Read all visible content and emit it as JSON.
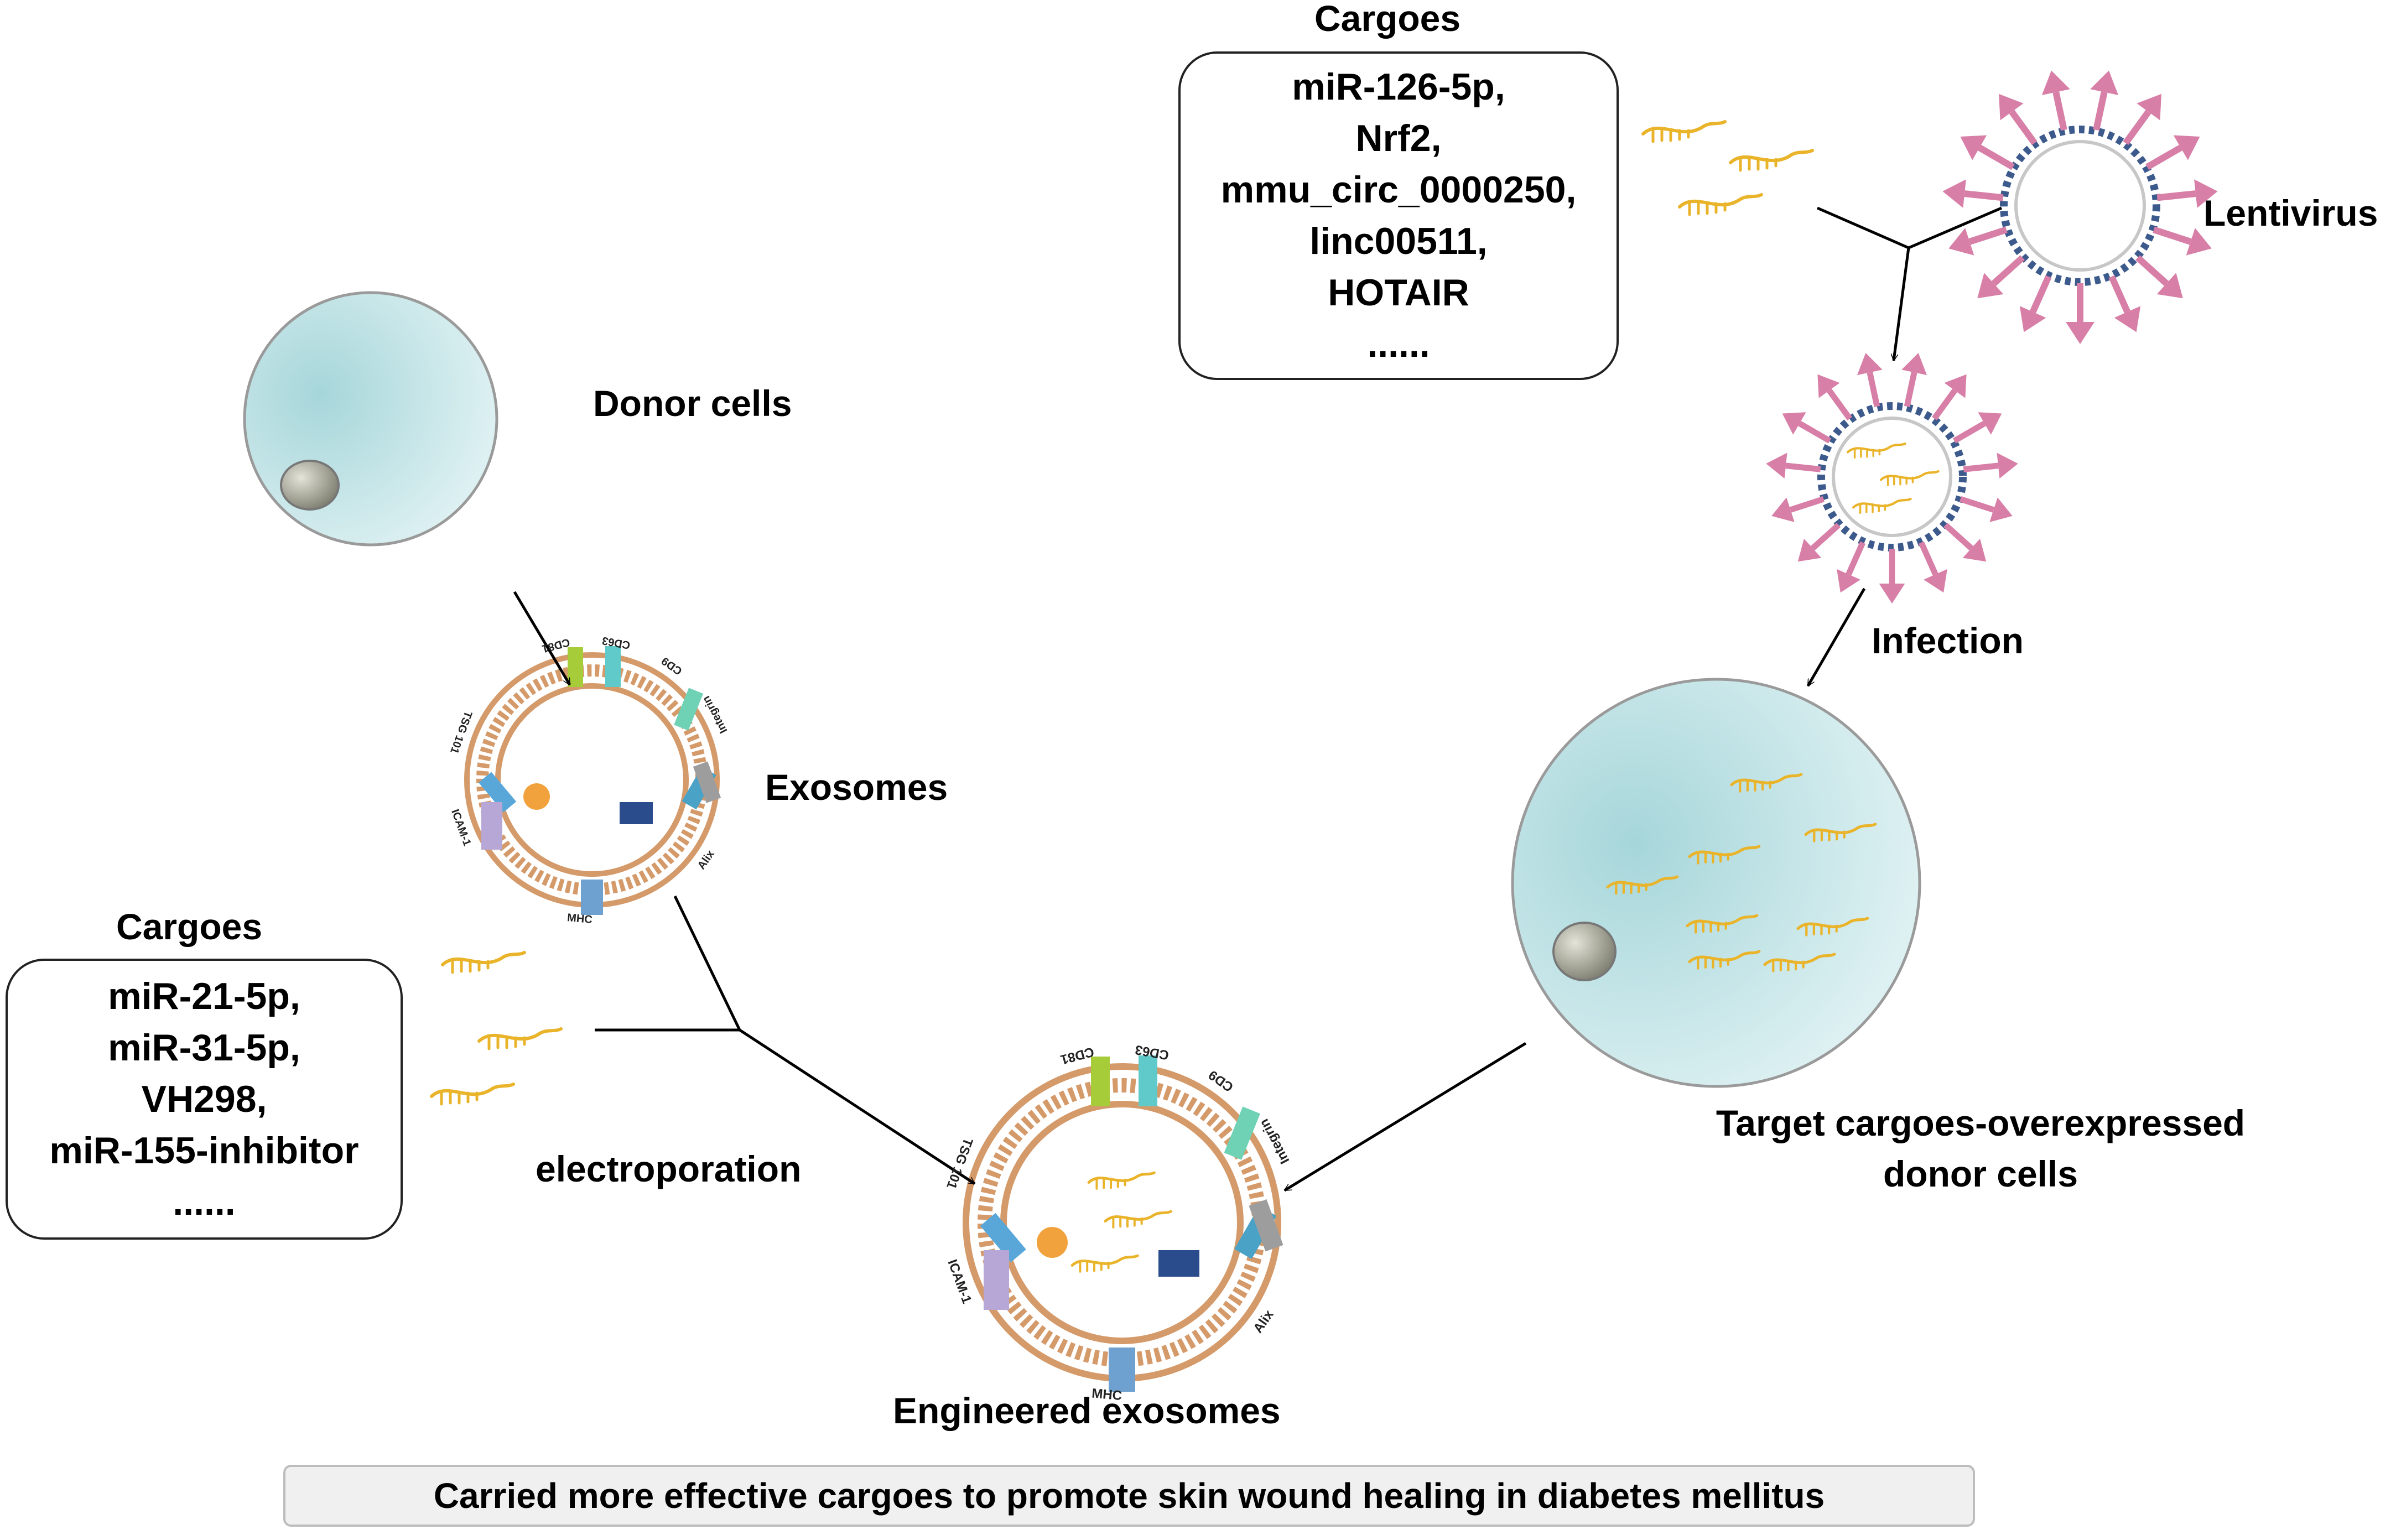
{
  "labels": {
    "donor_cells": "Donor cells",
    "exosomes": "Exosomes",
    "engineered_exosomes": "Engineered exosomes",
    "electroporation": "electroporation",
    "lentivirus": "Lentivirus",
    "infection": "Infection",
    "target_cells_line1": "Target cargoes-overexpressed",
    "target_cells_line2": "donor cells"
  },
  "cargo_box_left": {
    "title": "Cargoes",
    "items": [
      "miR-21-5p,",
      "miR-31-5p,",
      "VH298,",
      "miR-155-inhibitor",
      "......"
    ]
  },
  "cargo_box_right": {
    "title": "Cargoes",
    "items": [
      "miR-126-5p,",
      "Nrf2,",
      "mmu_circ_0000250,",
      "linc00511,",
      "HOTAIR",
      "......"
    ]
  },
  "membrane_protein_labels": [
    "CD81",
    "CD63",
    "CD9",
    "Integrin",
    "Alix",
    "MHC",
    "ICAM-1",
    "TSG 101"
  ],
  "footer": "Carried more effective cargoes to promote skin wound healing in diabetes mellitus",
  "colors": {
    "cell_fill": "#b5dde0",
    "rna": "#eab42a",
    "lentivirus_spike": "#d87fa8",
    "lentivirus_dots": "#3c5a8c",
    "membrane": "#d59a6a"
  }
}
